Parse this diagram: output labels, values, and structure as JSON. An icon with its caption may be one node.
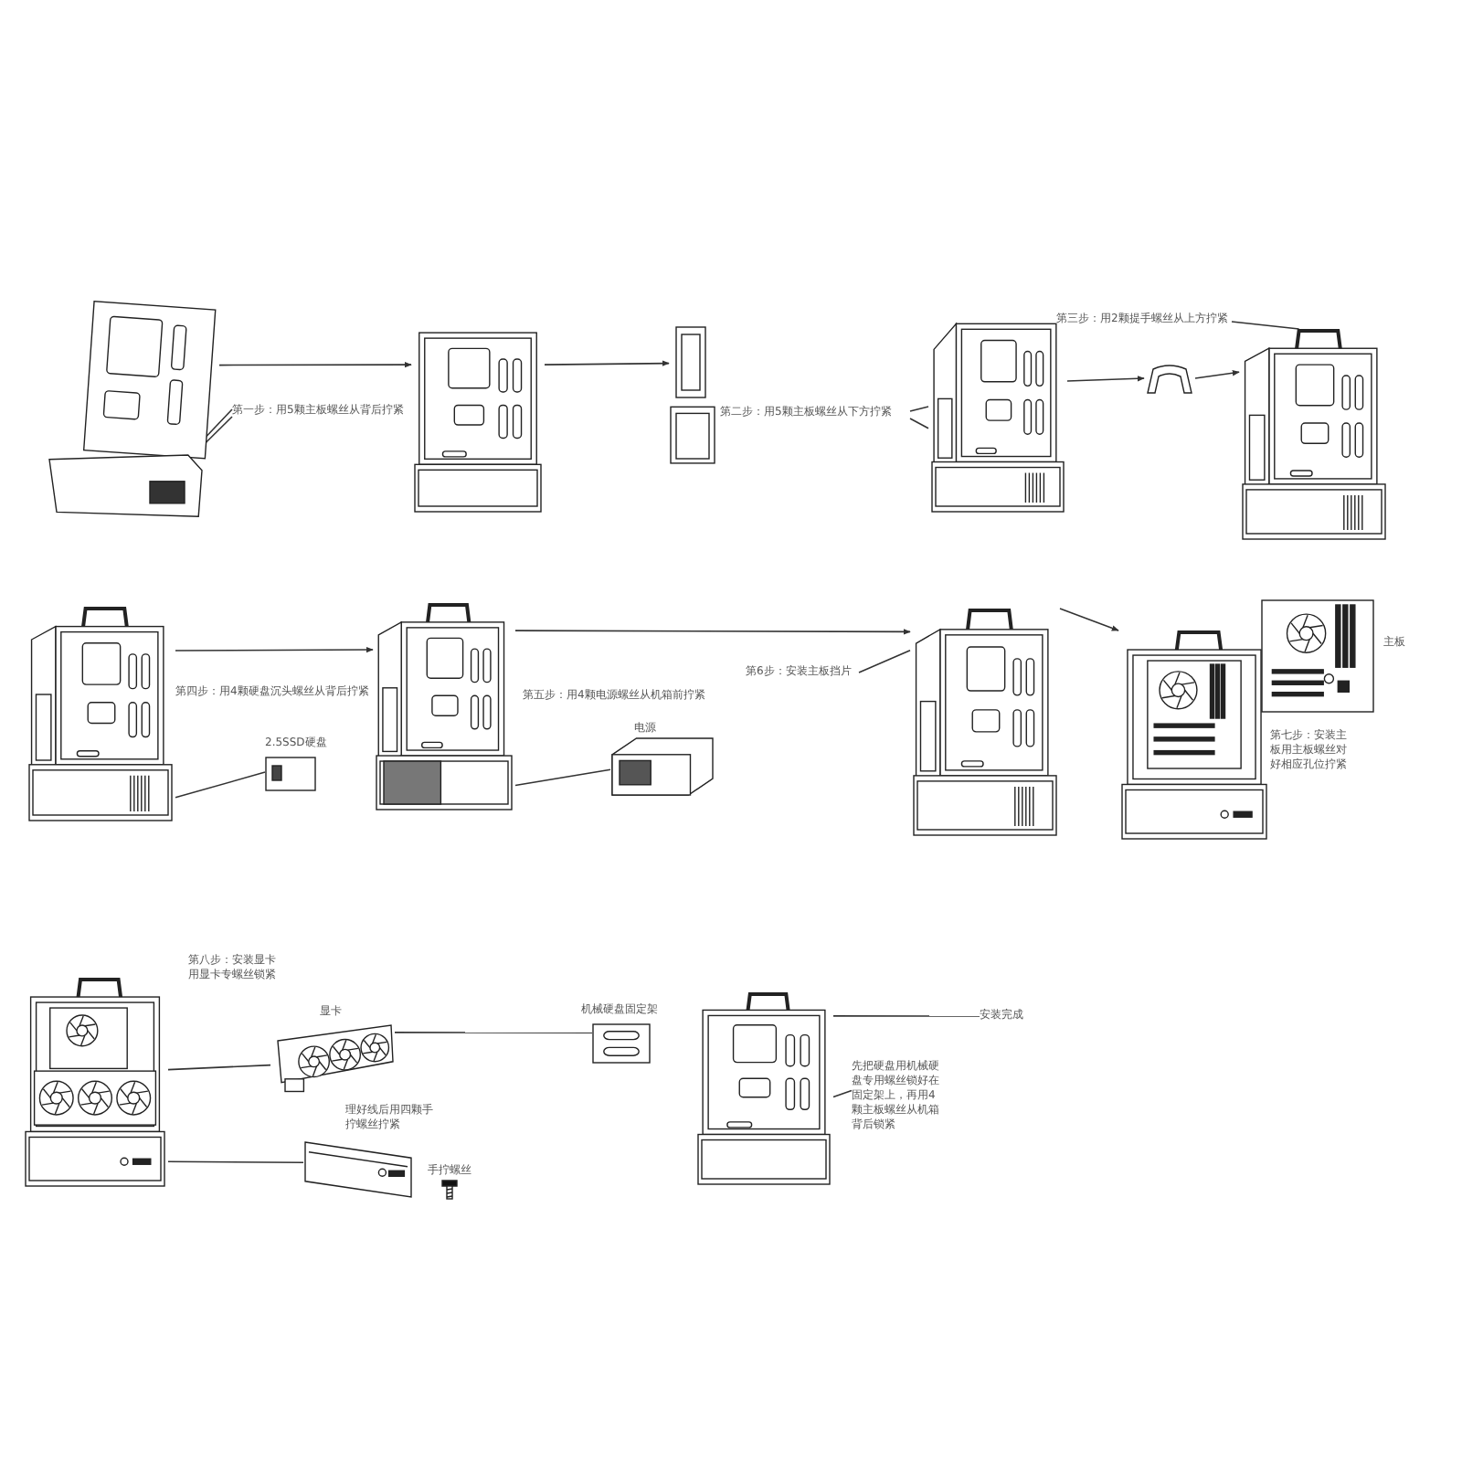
{
  "diagram": {
    "nodes": [
      {
        "text": [],
        "shape": "picture"
      },
      {
        "text": [],
        "shape": "picture"
      },
      {
        "text": [],
        "shape": "picture"
      },
      {
        "text": [
          "第一步：用5颗主板螺丝从背后拧紧"
        ]
      },
      {
        "text": [],
        "shape": "picture"
      },
      {
        "text": [
          "第二步：用5颗主板螺丝从下方拧紧"
        ]
      },
      {
        "text": [],
        "shape": "picture"
      },
      {
        "text": [],
        "shape": "picture"
      },
      {
        "text": [
          "第三步：用2颗提手螺丝从上方拧紧"
        ]
      },
      {
        "text": [],
        "shape": "picture"
      },
      {
        "text": [],
        "shape": "picture"
      },
      {
        "text": [],
        "shape": "picture",
        "beside": [
          "2.5SSD硬盘"
        ]
      },
      {
        "text": [],
        "shape": "picture",
        "beside": [
          "电源"
        ]
      },
      {
        "text": [
          "第6步：安装主板挡片"
        ]
      },
      {
        "text": [],
        "shape": "picture"
      },
      {
        "text": [],
        "shape": "picture"
      },
      {
        "text": [],
        "shape": "picture",
        "beside": [
          "主板"
        ]
      },
      {
        "text": [],
        "shape": "picture"
      },
      {
        "text": [],
        "shape": "picture",
        "beside": [
          "显卡"
        ]
      },
      {
        "text": [],
        "shape": "picture",
        "beside": [
          "机械硬盘固定架"
        ]
      },
      {
        "text": [],
        "shape": "picture",
        "beside": [
          "理好线后用四颗手拧螺丝拧紧"
        ]
      },
      {
        "text": [],
        "shape": "picture",
        "beside": [
          "手拧螺丝"
        ]
      },
      {
        "text": [],
        "shape": "picture"
      },
      {
        "text": [
          "先把硬盘用机械硬盘专用螺丝锁好在固定架上，再用4颗主板螺丝从机箱背后锁紧"
        ]
      },
      {
        "text": [
          "安装完成"
        ]
      }
    ],
    "edges": [
      {
        "from": 0,
        "to": 1,
        "arrow": "to"
      },
      {
        "from": 1,
        "to": 2,
        "arrow": "to"
      },
      {
        "from": 3,
        "to": 0,
        "arrow": "none"
      },
      {
        "from": 3,
        "to": 0,
        "arrow": "none"
      },
      {
        "from": 5,
        "to": 4,
        "arrow": "none"
      },
      {
        "from": 5,
        "to": 4,
        "arrow": "none"
      },
      {
        "from": 4,
        "to": 6,
        "arrow": "to"
      },
      {
        "from": 6,
        "to": 7,
        "arrow": "to"
      },
      {
        "from": 8,
        "to": 7,
        "arrow": "none"
      },
      {
        "from": 9,
        "to": 10,
        "arrow": "to"
      },
      {
        "from": 11,
        "to": 9,
        "arrow": "none"
      },
      {
        "from": 10,
        "to": 14,
        "arrow": "to"
      },
      {
        "from": 12,
        "to": 10,
        "arrow": "none"
      },
      {
        "from": 13,
        "to": 14,
        "arrow": "none"
      },
      {
        "from": 14,
        "to": 15,
        "arrow": "to"
      },
      {
        "from": 17,
        "to": 18,
        "arrow": "none"
      },
      {
        "from": 18,
        "to": 19,
        "arrow": "none"
      },
      {
        "from": 17,
        "to": 20,
        "arrow": "none"
      },
      {
        "from": 22,
        "to": 24,
        "arrow": "none"
      },
      {
        "from": 23,
        "to": 22,
        "arrow": "none"
      }
    ],
    "labels": [
      "第四步：用4颗硬盘沉头螺丝从背后拧紧",
      "第五步：用4颗电源螺丝从机箱前拧紧",
      "第七步：安装主板用主板螺丝对好相应孔位拧紧",
      "第八步：安装显卡用显卡专螺丝锁紧"
    ]
  }
}
